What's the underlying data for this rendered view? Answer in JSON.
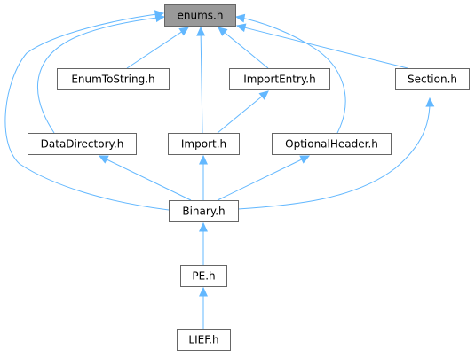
{
  "diagram": {
    "colors": {
      "edge": "#63b8ff",
      "node_border": "#666666",
      "node_fill": "#ffffff",
      "highlight_fill": "#999999",
      "text": "#000000"
    },
    "nodes": [
      {
        "id": "enums",
        "label": "enums.h",
        "highlight": true
      },
      {
        "id": "enumtostring",
        "label": "EnumToString.h"
      },
      {
        "id": "importentry",
        "label": "ImportEntry.h"
      },
      {
        "id": "section",
        "label": "Section.h"
      },
      {
        "id": "datadirectory",
        "label": "DataDirectory.h"
      },
      {
        "id": "import",
        "label": "Import.h"
      },
      {
        "id": "optionalheader",
        "label": "OptionalHeader.h"
      },
      {
        "id": "binary",
        "label": "Binary.h"
      },
      {
        "id": "pe",
        "label": "PE.h"
      },
      {
        "id": "lief",
        "label": "LIEF.h"
      }
    ],
    "edges": [
      {
        "from": "enumtostring",
        "to": "enums"
      },
      {
        "from": "importentry",
        "to": "enums"
      },
      {
        "from": "section",
        "to": "enums"
      },
      {
        "from": "datadirectory",
        "to": "enums"
      },
      {
        "from": "import",
        "to": "enums"
      },
      {
        "from": "optionalheader",
        "to": "enums"
      },
      {
        "from": "binary",
        "to": "enums"
      },
      {
        "from": "import",
        "to": "importentry"
      },
      {
        "from": "binary",
        "to": "section"
      },
      {
        "from": "binary",
        "to": "datadirectory"
      },
      {
        "from": "binary",
        "to": "import"
      },
      {
        "from": "binary",
        "to": "optionalheader"
      },
      {
        "from": "pe",
        "to": "binary"
      },
      {
        "from": "lief",
        "to": "pe"
      }
    ]
  }
}
